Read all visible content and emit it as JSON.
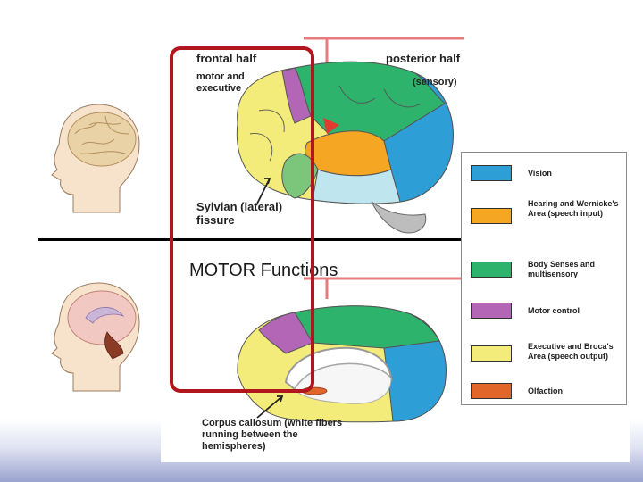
{
  "diagram": {
    "top_brain": {
      "frontal_title": "frontal half",
      "frontal_subtitle": "motor and executive",
      "posterior_title": "posterior half",
      "posterior_subtitle": "(sensory)",
      "fissure_label": "Sylvian (lateral) fissure"
    },
    "bottom_brain": {
      "callosum_label": "Corpus callosum (white fibers running between the hemispheres)"
    },
    "overlay_text": "MOTOR Functions",
    "legend": [
      {
        "label": "Vision",
        "color": "#2e9fd6"
      },
      {
        "label": "Hearing and Wernicke's Area (speech input)",
        "color": "#f5a623"
      },
      {
        "label": "Body Senses and multisensory",
        "color": "#2db36b"
      },
      {
        "label": "Motor control",
        "color": "#b266b5"
      },
      {
        "label": "Executive and Broca's Area (speech output)",
        "color": "#f3ec7a"
      },
      {
        "label": "Olfaction",
        "color": "#e0662a"
      }
    ],
    "colors": {
      "highlight_box": "#b0161c",
      "vision": "#2e9fd6",
      "hearing": "#f5a623",
      "body_senses": "#2db36b",
      "motor": "#b266b5",
      "executive": "#f3ec7a",
      "olfaction": "#e0662a"
    }
  }
}
